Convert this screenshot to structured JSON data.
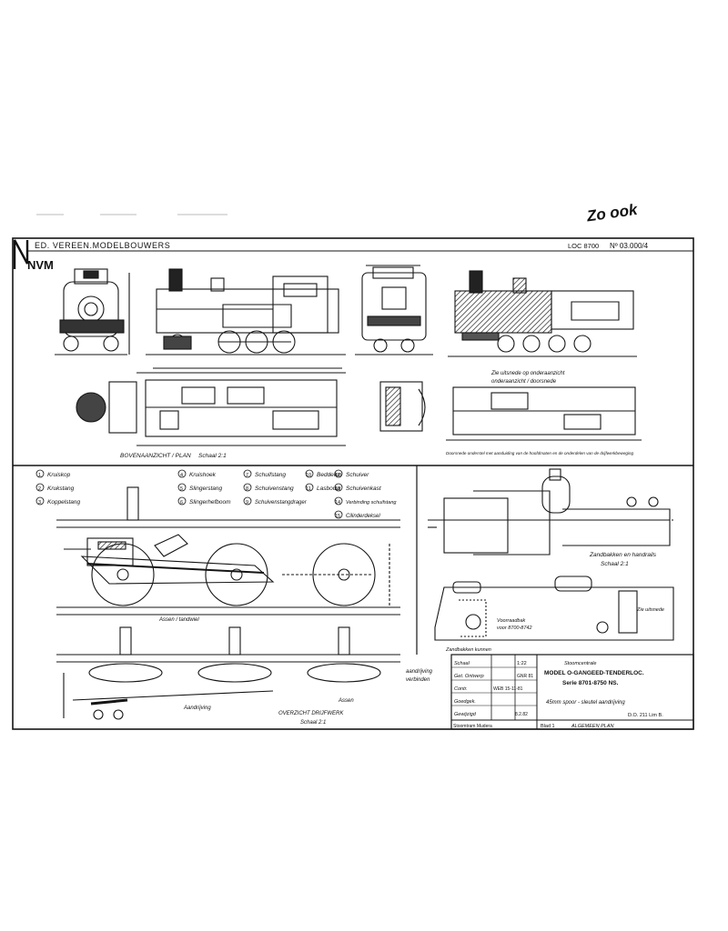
{
  "header": {
    "brand": "NVM",
    "title": "ED. VEREEN.MODELBOUWERS",
    "ref_left": "LOC 8700",
    "ref_right": "Nº 03.000/4",
    "signature": "Zo ook"
  },
  "views": {
    "plan_caption": "BOVENAANZICHT / PLAN",
    "plan_scale": "Schaal 2:1",
    "detail_note_1": "Zie uitsnede op onderaanzicht",
    "detail_note_2": "onderaanzicht / doorsnede",
    "bottom_note": "Doorsnede onderstel met aanduiding van de hoofdmaten en de onderdelen van de drijfwerkbeweging",
    "sandbox_caption": "Zandbakken en handrails",
    "sandbox_scale": "Schaal 2:1",
    "side_note": "Zie uitsnede",
    "lower_caption": "Zandbakken kunnen",
    "tank_label": "Voorraadbak",
    "tank_sub": "voor 8700-8742",
    "motion_caption": "OVERZICHT DRIJFWERK",
    "motion_scale": "Schaal 2:1",
    "axle_caption": "Assen / tandwiel",
    "frame_label": "Aandrijving",
    "frame_label_2": "Assen",
    "aandrijving_note": "aandrijving",
    "aandrijving_note_2": "verbinden"
  },
  "legend": [
    {
      "num": "1",
      "label": "Kruiskop"
    },
    {
      "num": "2",
      "label": "Krukstang"
    },
    {
      "num": "3",
      "label": "Koppelstang"
    },
    {
      "num": "4",
      "label": "Kruishoek"
    },
    {
      "num": "5",
      "label": "Slingerstang"
    },
    {
      "num": "6",
      "label": "Slingerhefboom"
    },
    {
      "num": "7",
      "label": "Schuifstang"
    },
    {
      "num": "8",
      "label": "Schuivenstang"
    },
    {
      "num": "9",
      "label": "Schuivenstangdrager"
    },
    {
      "num": "10",
      "label": "Beddelen"
    },
    {
      "num": "11",
      "label": "Lasbouw"
    },
    {
      "num": "12",
      "label": "Schuiver"
    },
    {
      "num": "13",
      "label": "Schuivenkast"
    },
    {
      "num": "14",
      "label": "Verbinding schuifstang"
    },
    {
      "num": "15",
      "label": "Cilinderdeksel"
    }
  ],
  "title_block": {
    "rows": [
      {
        "label": "Schaal",
        "value": "1:22"
      },
      {
        "label": "Get. Ontwerp",
        "value": "GNR 81"
      },
      {
        "label": "Contr.",
        "value": "WEB 15-11-81"
      },
      {
        "label": "Goedgek.",
        "value": ""
      },
      {
        "label": "Gewijzigd",
        "value": "8.2.82"
      }
    ],
    "company": "Stoomcentrale",
    "model": "MODEL O-GANGEED-TENDERLOC.",
    "serie": "Serie 8701-8750 NS.",
    "gauge": "45mm spoor - sleutel aandrijving",
    "code": "D.O. 211 Lim B.",
    "footer_left": "Stoomtram Mudera",
    "footer_mid": "Blad 1",
    "footer_right": "ALGEMEEN PLAN"
  },
  "colors": {
    "ink": "#151515",
    "paper": "#ffffff",
    "hatch": "#9a9a9a"
  }
}
